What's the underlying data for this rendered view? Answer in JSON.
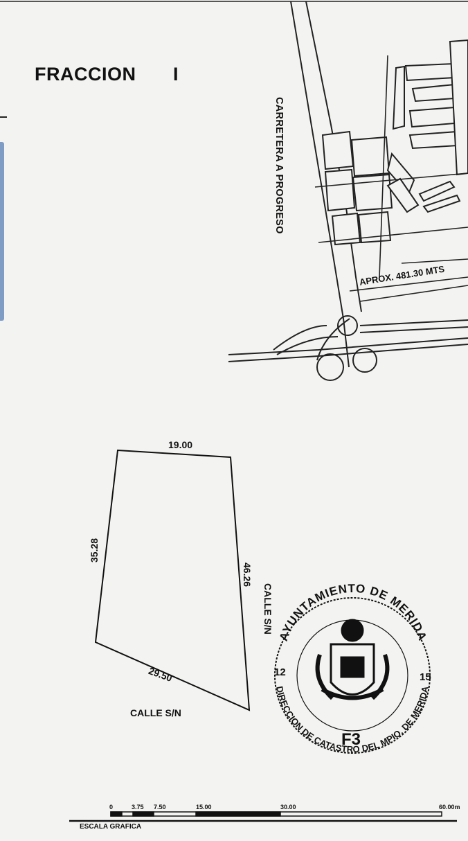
{
  "header": {
    "title": "FRACCION",
    "numeral": "I"
  },
  "map": {
    "road_label": "CARRETERA A PROGRESO",
    "distance_label": "APROX. 481.30 MTS"
  },
  "parcel": {
    "side_top": "19.00",
    "side_left": "35.28",
    "side_right": "46.26",
    "side_bottom": "29.50",
    "street_right": "CALLE S/N",
    "street_bottom": "CALLE S/N"
  },
  "scale": {
    "label": "ESCALA GRAFICA",
    "ticks": [
      "0",
      "3.75",
      "7.50",
      "15.00",
      "30.00",
      "60.00m"
    ]
  },
  "seal": {
    "top_text": "AYUNTAMIENTO DE MERIDA",
    "bottom_text": "DIRECCION DE CATASTRO DEL MPIO. DE MERIDA",
    "left_num": "12",
    "right_num": "15",
    "code": "F3"
  }
}
